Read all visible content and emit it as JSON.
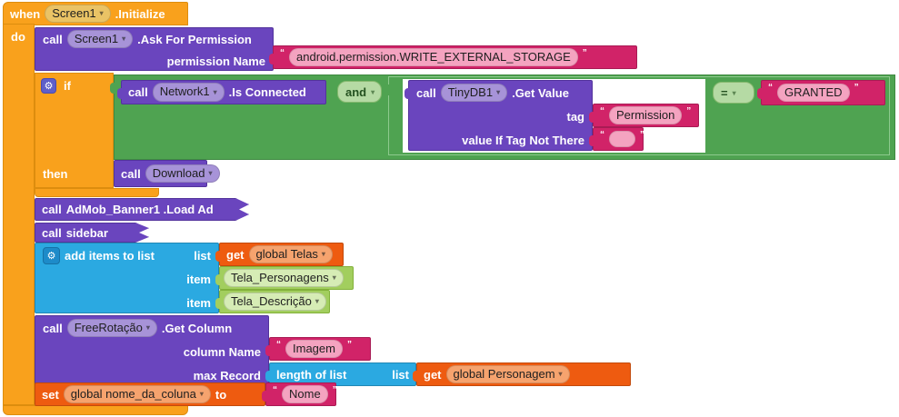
{
  "colors": {
    "event_block": "#f9a11c",
    "component_method_block": "#6a45be",
    "text_block": "#d12368",
    "text_field_pink": "#f4a3c0",
    "logic_block": "#4fa351",
    "logic_dropdown_chip": "#b5daa4",
    "list_block": "#2ba9e1",
    "variable_block": "#ee5b10",
    "screen_helper_block": "#a2ce5e",
    "workspace_background": "#ffffff"
  },
  "ui": {
    "dropdown_arrow": "▾",
    "open_quote": "“",
    "close_quote": "”",
    "gear": "⚙"
  },
  "when_block": {
    "kw": "when",
    "component": "Screen1",
    "event": ".Initialize",
    "do": "do"
  },
  "ask_permission": {
    "kw": "call",
    "component": "Screen1",
    "method": ".Ask For Permission",
    "param_label": "permission Name",
    "param_value": "android.permission.WRITE_EXTERNAL_STORAGE"
  },
  "if_block": {
    "if": "if",
    "then": "then"
  },
  "network": {
    "kw": "call",
    "component": "Network1",
    "method": ".Is Connected"
  },
  "and_op": {
    "label": "and"
  },
  "eq_op": {
    "label": "="
  },
  "tinydb": {
    "kw": "call",
    "component": "TinyDB1",
    "method": ".Get Value",
    "tag_label": "tag",
    "tag_value": "Permission",
    "default_label": "value If Tag Not There",
    "default_value": "",
    "compare_value": "GRANTED"
  },
  "download": {
    "kw": "call",
    "procedure": "Download"
  },
  "admob": {
    "kw": "call",
    "label": "AdMob_Banner1 .Load Ad"
  },
  "sidebar": {
    "kw": "call",
    "label": "sidebar"
  },
  "add_items": {
    "label": "add items to list",
    "list_label": "list",
    "get_kw": "get",
    "list_value": "global Telas",
    "item_label_1": "item",
    "item_label_2": "item",
    "items": [
      "Tela_Personagens",
      "Tela_Descrição"
    ]
  },
  "get_column": {
    "kw": "call",
    "component": "FreeRotação",
    "method": ".Get Column",
    "col_label": "column Name",
    "col_value": "Imagem",
    "max_label": "max Record",
    "length_label": "length of list",
    "length_list_label": "list",
    "get_kw": "get",
    "length_value": "global Personagem"
  },
  "set_var": {
    "kw": "set",
    "variable": "global nome_da_coluna",
    "to": "to",
    "value": "Nome"
  }
}
